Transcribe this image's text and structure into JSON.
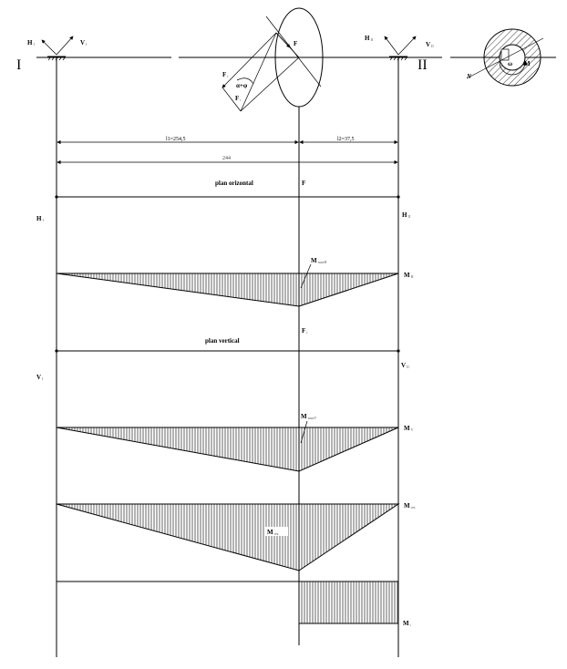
{
  "supports": {
    "left": "I",
    "right": "II"
  },
  "top_labels": {
    "h1": "H",
    "h1_sub": "I",
    "v1": "V",
    "v1_sub": "I",
    "h2": "H",
    "h2_sub": "II",
    "v2": "V",
    "v2_sub": "II",
    "f": "F",
    "fr": "F",
    "fr_sub": "r",
    "ft": "F",
    "ft_sub": "t",
    "angle": "α+φ"
  },
  "section": {
    "n": "N",
    "m": "M",
    "w": "ω"
  },
  "dims": {
    "l1": "l1=254,5",
    "l2": "l2=37,5",
    "total": "244"
  },
  "horizontal": {
    "title": "plan orizontal",
    "force": "F",
    "h_left": "H",
    "h_left_sub": "I",
    "h_right": "H",
    "h_right_sub": "II",
    "m_max": "M",
    "m_max_sub": "maxH",
    "m_right": "M",
    "m_right_sub": "H"
  },
  "vertical": {
    "title": "plan vertical",
    "force": "F",
    "force_sub": "r",
    "v_left": "V",
    "v_left_sub": "I",
    "v_right": "V",
    "v_right_sub": "II",
    "m_max": "M",
    "m_max_sub": "maxV",
    "m_right": "M",
    "m_right_sub": "V"
  },
  "resultant": {
    "m_left": "M",
    "m_left_sub": "rez",
    "m_right": "M",
    "m_right_sub": "rez"
  },
  "torque": {
    "m": "M",
    "m_sub": "t"
  }
}
